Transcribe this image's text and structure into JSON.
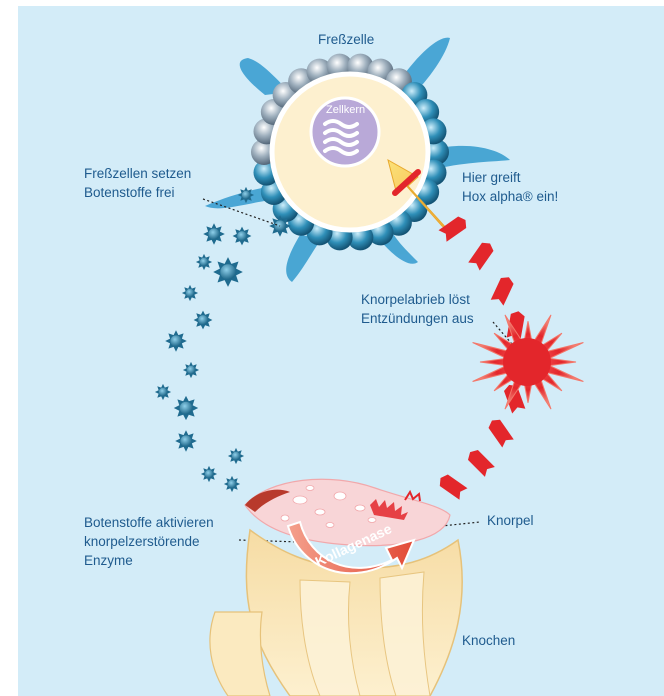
{
  "labels": {
    "fresszelle": "Freßzelle",
    "zellkern": "Zellkern",
    "botenstoffe_frei": [
      "Freßzellen setzen",
      "Botenstoffe frei"
    ],
    "hox": [
      "Hier greift",
      "Hox alpha® ein!"
    ],
    "knorpelabrieb": [
      "Knorpelabrieb löst",
      "Entzündungen aus"
    ],
    "enzyme": [
      "Botenstoffe aktivieren",
      "knorpelzerstörende",
      "Enzyme"
    ],
    "knorpel": "Knorpel",
    "knochen": "Knochen",
    "kollagenase": "Kollagenase"
  },
  "colors": {
    "background": "#d3ecf8",
    "label_text": "#1f5b8e",
    "cell_body": "#fbecc9",
    "nucleus": "#b8a8d6",
    "messenger": "#2f7fa2",
    "inflammation": "#e3262b",
    "arrow_yellow": "#f7c84a",
    "bone": "#f3d89c",
    "cartilage": "#f7d0d2",
    "kollagenase_arrow": "#e8604f"
  }
}
